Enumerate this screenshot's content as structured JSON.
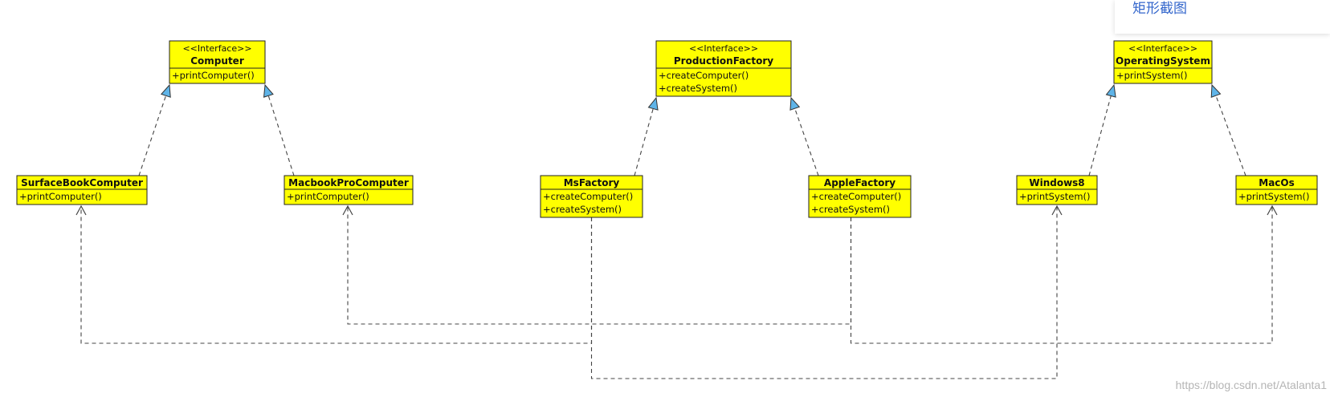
{
  "popup": {
    "item_label": "矩形截图"
  },
  "watermark": "https://blog.csdn.net/Atalanta1",
  "classes": [
    {
      "id": "computer",
      "stereotype": "<<Interface>>",
      "name": "Computer",
      "methods": [
        "+printComputer()"
      ]
    },
    {
      "id": "production-factory",
      "stereotype": "<<Interface>>",
      "name": "ProductionFactory",
      "methods": [
        "+createComputer()",
        "+createSystem()"
      ]
    },
    {
      "id": "operating-system",
      "stereotype": "<<Interface>>",
      "name": "OperatingSystem",
      "methods": [
        "+printSystem()"
      ]
    },
    {
      "id": "surface-book-computer",
      "stereotype": "",
      "name": "SurfaceBookComputer",
      "methods": [
        "+printComputer()"
      ]
    },
    {
      "id": "macbook-pro-computer",
      "stereotype": "",
      "name": "MacbookProComputer",
      "methods": [
        "+printComputer()"
      ]
    },
    {
      "id": "ms-factory",
      "stereotype": "",
      "name": "MsFactory",
      "methods": [
        "+createComputer()",
        "+createSystem()"
      ]
    },
    {
      "id": "apple-factory",
      "stereotype": "",
      "name": "AppleFactory",
      "methods": [
        "+createComputer()",
        "+createSystem()"
      ]
    },
    {
      "id": "windows8",
      "stereotype": "",
      "name": "Windows8",
      "methods": [
        "+printSystem()"
      ]
    },
    {
      "id": "mac-os",
      "stereotype": "",
      "name": "MacOs",
      "methods": [
        "+printSystem()"
      ]
    }
  ],
  "realizations": [
    {
      "from": "surface-book-computer",
      "to": "computer"
    },
    {
      "from": "macbook-pro-computer",
      "to": "computer"
    },
    {
      "from": "ms-factory",
      "to": "production-factory"
    },
    {
      "from": "apple-factory",
      "to": "production-factory"
    },
    {
      "from": "windows8",
      "to": "operating-system"
    },
    {
      "from": "mac-os",
      "to": "operating-system"
    }
  ],
  "dependencies": [
    {
      "from": "ms-factory",
      "to": "surface-book-computer"
    },
    {
      "from": "ms-factory",
      "to": "windows8"
    },
    {
      "from": "apple-factory",
      "to": "macbook-pro-computer"
    },
    {
      "from": "apple-factory",
      "to": "mac-os"
    }
  ],
  "colors": {
    "box_fill": "#ffff00",
    "triangle_fill": "#5fb4e8",
    "popup_link": "#3366cc",
    "watermark": "#b5b5b5"
  }
}
